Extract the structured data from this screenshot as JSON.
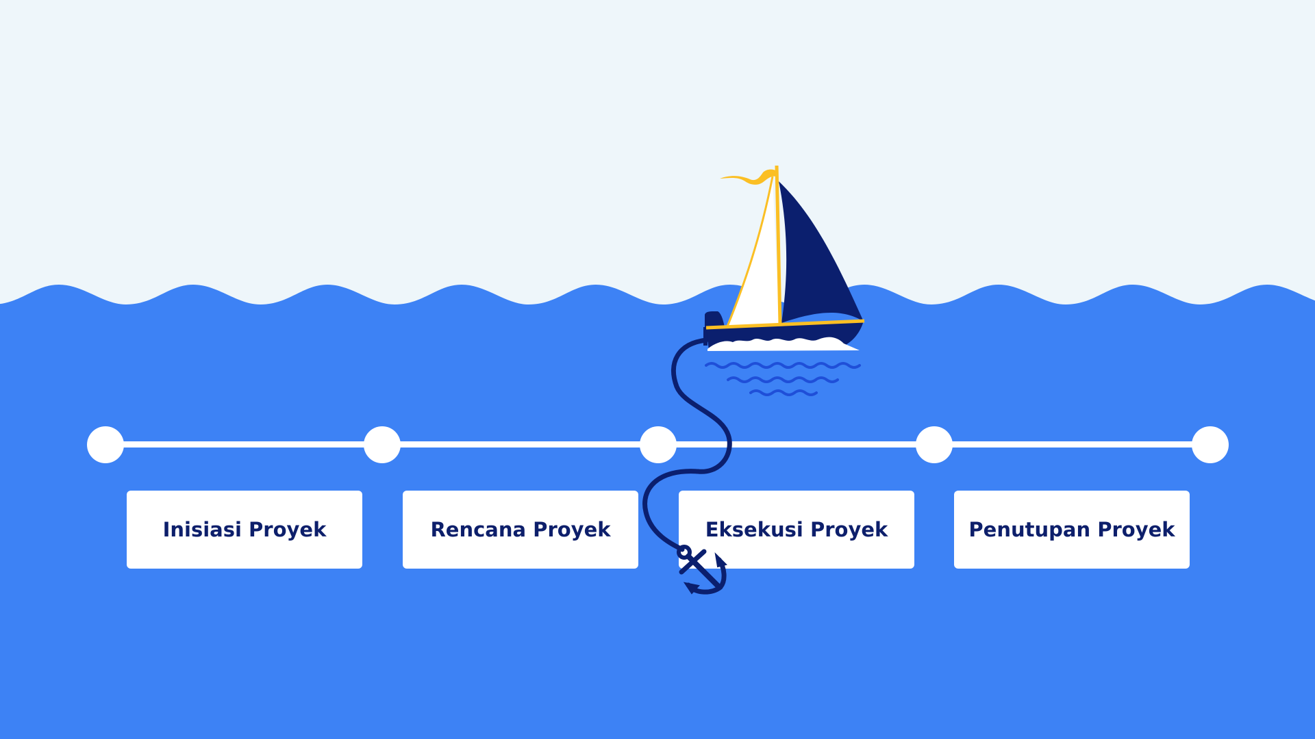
{
  "timeline": {
    "stages": [
      {
        "label": "Inisiasi Proyek"
      },
      {
        "label": "Rencana Proyek"
      },
      {
        "label": "Eksekusi Proyek"
      },
      {
        "label": "Penutupan Proyek"
      }
    ],
    "milestone_count": 5
  },
  "illustration": {
    "icons": [
      "sailboat-icon",
      "anchor-icon",
      "flag-icon",
      "wave-icon"
    ]
  },
  "colors": {
    "sky": "#EEF6FA",
    "sea": "#3D82F5",
    "navy": "#0B1F6E",
    "accent_yellow": "#FBBF24",
    "text": "#0D1F6B"
  }
}
